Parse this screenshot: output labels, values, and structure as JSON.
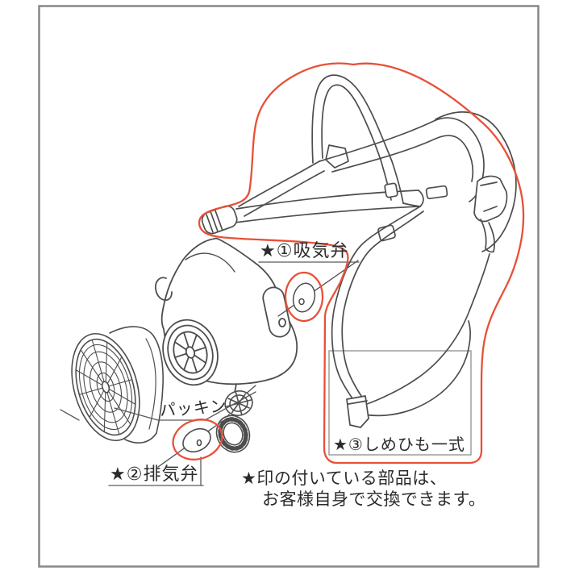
{
  "diagram": {
    "type": "exploded-parts-diagram",
    "subject": "half-face respirator mask with filter cartridge and head harness",
    "replaceable_mark_symbol": "★",
    "labels": {
      "inhalation_valve": "★①吸気弁",
      "packing": "パッキン",
      "exhalation_valve": "★②排気弁",
      "strap_set": "★③しめひも一式"
    },
    "note": {
      "line1": "★印の付いている部品は、",
      "line2": "お客様自身で交換できます。"
    },
    "colors": {
      "highlight_red": "#E85038",
      "drawing_line_gray": "#4D4D4D",
      "frame_border_gray": "#878787",
      "label_box_border_gray": "#9E9E9E",
      "text_black": "#2B2B2B",
      "background": "#FFFFFF"
    }
  }
}
